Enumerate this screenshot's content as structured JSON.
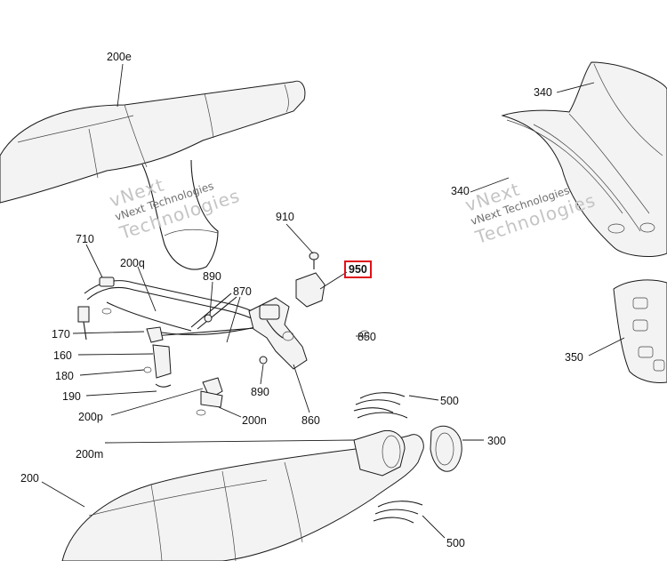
{
  "callouts": {
    "c200e": "200e",
    "c340a": "340",
    "c340b": "340",
    "c710": "710",
    "c200q": "200q",
    "c910": "910",
    "c950": "950",
    "c890a": "890",
    "c870": "870",
    "c850": "850",
    "c170": "170",
    "c160": "160",
    "c180": "180",
    "c190": "190",
    "c890b": "890",
    "c200p": "200p",
    "c200n": "200n",
    "c860": "860",
    "c500a": "500",
    "c350": "350",
    "c300": "300",
    "c200m": "200m",
    "c200": "200",
    "c500b": "500"
  },
  "highlight_color": "#e0101a",
  "watermark": {
    "top": "vNext",
    "bottom": "Technologies",
    "mid": "vNext Technologies"
  }
}
